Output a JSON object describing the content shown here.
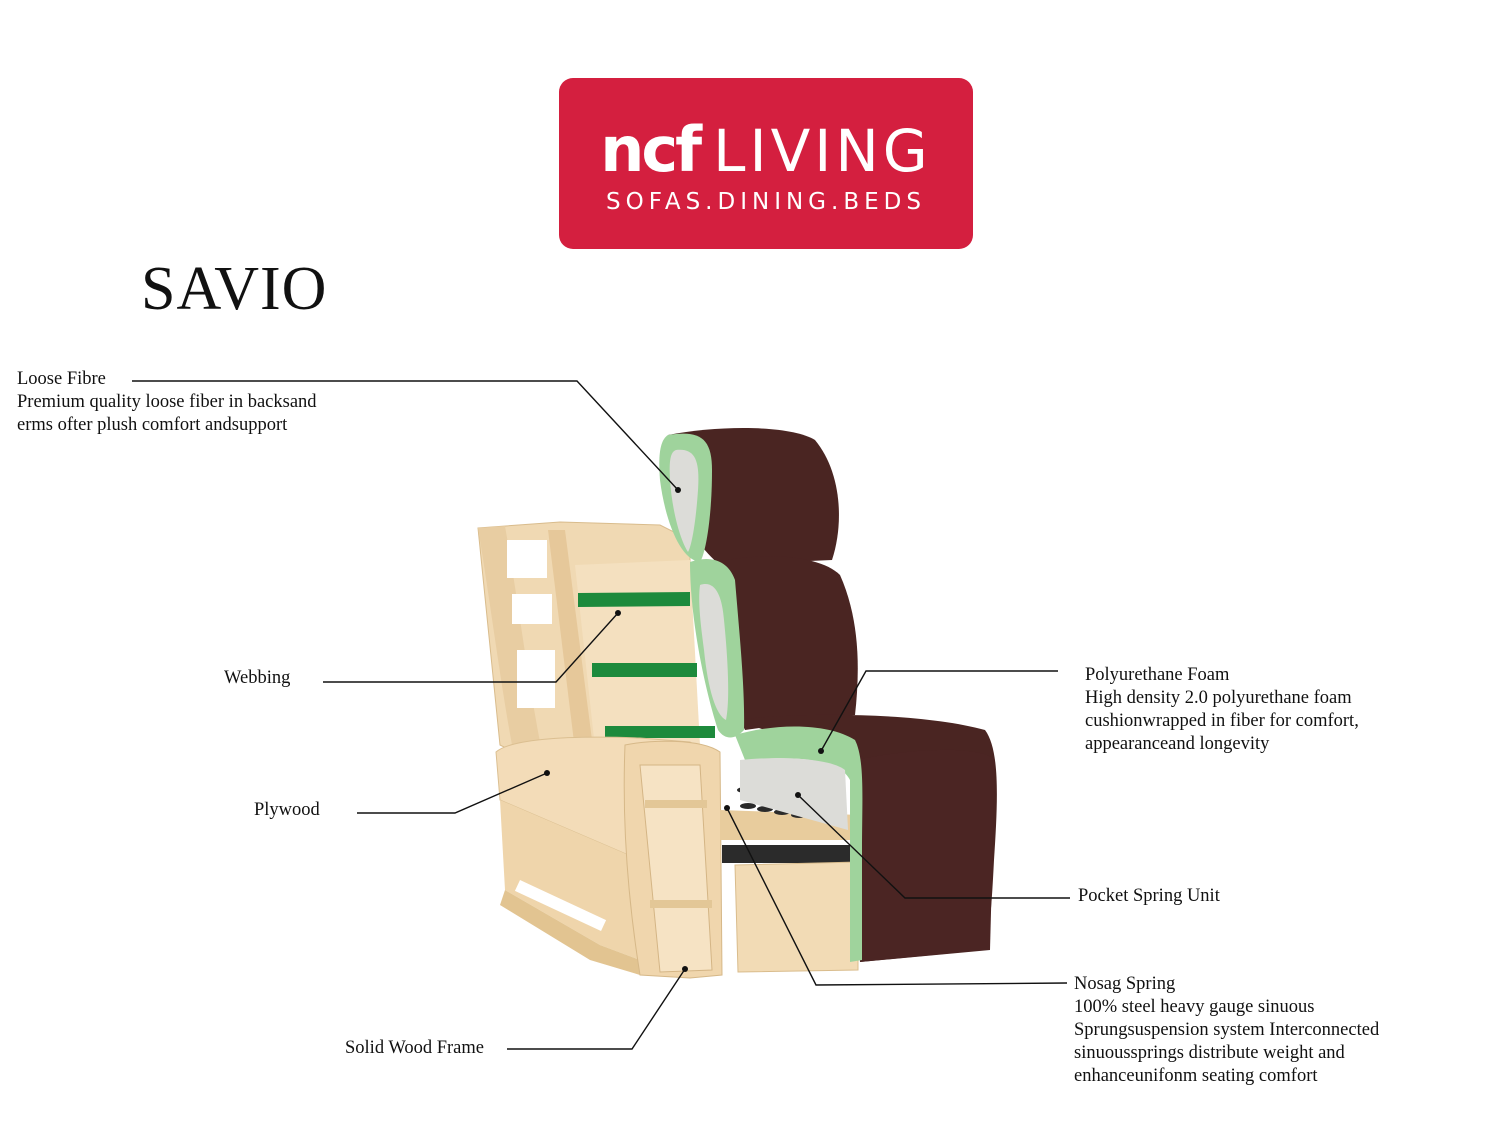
{
  "brand": {
    "name_prefix": "ncf",
    "name_suffix": "LIVING",
    "tagline": "SOFAS.DINING.BEDS",
    "color": "#d41f3f"
  },
  "product": {
    "title": "SAVIO"
  },
  "colors": {
    "leather": "#4a2522",
    "foam_green": "#9fd39c",
    "fiber_white": "#dcdcd8",
    "wood": "#f1dcb8",
    "webbing_green": "#1d8a3c",
    "leader_line": "#111111"
  },
  "callouts": [
    {
      "id": "loose-fibre",
      "title": "Loose Fibre",
      "description": [
        "Premium quality loose fiber in backsand",
        "erms ofter plush comfort andsupport"
      ]
    },
    {
      "id": "webbing",
      "title": "Webbing",
      "description": []
    },
    {
      "id": "plywood",
      "title": "Plywood",
      "description": []
    },
    {
      "id": "solid-wood-frame",
      "title": "Solid Wood Frame",
      "description": []
    },
    {
      "id": "polyurethane-foam",
      "title": "Polyurethane Foam",
      "description": [
        "High density 2.0 polyurethane foam",
        "cushionwrapped in fiber for comfort,",
        "appearanceand longevity"
      ]
    },
    {
      "id": "pocket-spring-unit",
      "title": "Pocket Spring Unit",
      "description": []
    },
    {
      "id": "nosag-spring",
      "title": "Nosag Spring",
      "description": [
        "100% steel heavy gauge sinuous",
        "Sprungsuspension system Interconnected",
        "sinuoussprings distribute weight and",
        "enhanceunifonm seating comfort"
      ]
    }
  ]
}
